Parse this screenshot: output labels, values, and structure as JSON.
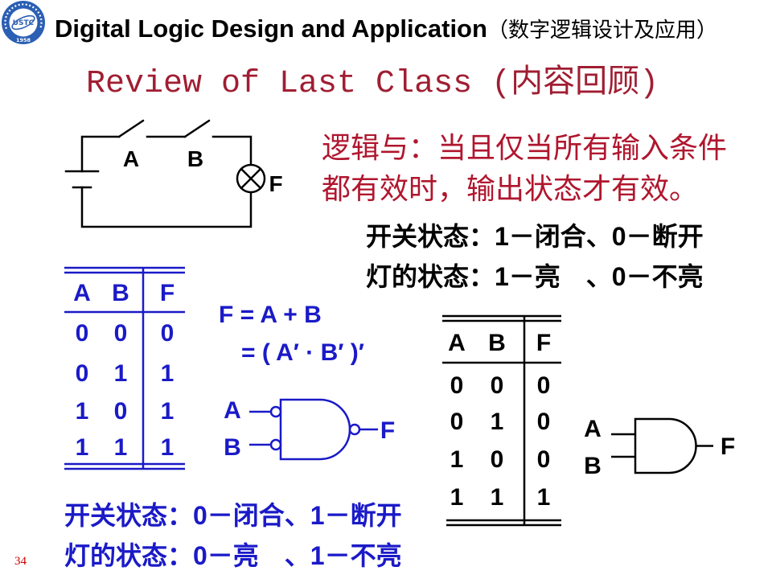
{
  "colors": {
    "title_red": "#a01e32",
    "definition_red": "#b0162e",
    "blue": "#1a1ac8",
    "black": "#000000",
    "page_number_red": "#cc0000",
    "logo_blue": "#2b5fb4"
  },
  "header": {
    "logo": {
      "wordmark": "USTC",
      "year": "1958"
    },
    "title_en": "Digital Logic Design and Application",
    "title_cn": "（数字逻辑设计及应用）"
  },
  "slide_title": "Review of Last Class (内容回顾)",
  "circuit": {
    "switch_a_label": "A",
    "switch_b_label": "B",
    "lamp_label": "F"
  },
  "definition": [
    "逻辑与：当且仅当所有输入条件",
    "都有效时，输出状态才有效。"
  ],
  "mapping_upper": [
    "开关状态：1－闭合、0－断开",
    "灯的状态：1－亮　、0－不亮"
  ],
  "truth_table_or": {
    "headers": [
      "A",
      "B",
      "F"
    ],
    "rows": [
      [
        "0",
        "0",
        "0"
      ],
      [
        "0",
        "1",
        "1"
      ],
      [
        "1",
        "0",
        "1"
      ],
      [
        "1",
        "1",
        "1"
      ]
    ]
  },
  "equation": {
    "line1": "F = A + B",
    "line2": "= ( A′ · B′ )′"
  },
  "gate_or_form": {
    "input_a": "A",
    "input_b": "B",
    "output": "F"
  },
  "truth_table_and": {
    "headers": [
      "A",
      "B",
      "F"
    ],
    "rows": [
      [
        "0",
        "0",
        "0"
      ],
      [
        "0",
        "1",
        "0"
      ],
      [
        "1",
        "0",
        "0"
      ],
      [
        "1",
        "1",
        "1"
      ]
    ]
  },
  "gate_and": {
    "input_a": "A",
    "input_b": "B",
    "output": "F"
  },
  "mapping_lower": [
    "开关状态：0－闭合、1－断开",
    "灯的状态：0－亮　、1－不亮"
  ],
  "page_number": "34"
}
